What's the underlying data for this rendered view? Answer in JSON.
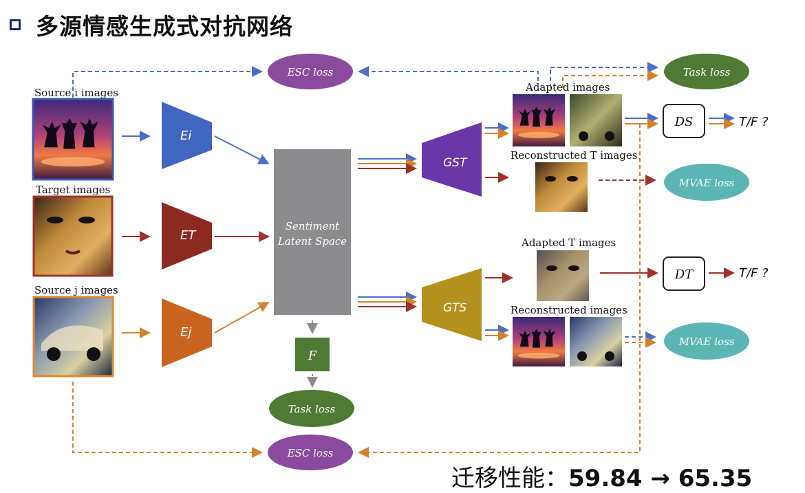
{
  "title": "多源情感生成式对抗网络",
  "labels": {
    "source_i": "Source i images",
    "target": "Target images",
    "source_j": "Source j images",
    "adapted": "Adapted images",
    "reconstructed_t": "Reconstructed T images",
    "adapted_t": "Adapted T images",
    "reconstructed": "Reconstructed images"
  },
  "encoders": {
    "ei": "Ei",
    "et": "ET",
    "ej": "Ej"
  },
  "latent": {
    "line1": "Sentiment",
    "line2": "Latent Space"
  },
  "generators": {
    "gst": "GST",
    "gts": "GTS"
  },
  "classifier": "F",
  "discriminators": {
    "ds": "DS",
    "dt": "DT"
  },
  "losses": {
    "esc_top": "ESC loss",
    "esc_bottom": "ESC loss",
    "task_top": "Task loss",
    "task_bottom": "Task loss",
    "mvae_top": "MVAE loss",
    "mvae_bottom": "MVAE loss"
  },
  "outputs": {
    "tf_s": "T/F ?",
    "tf_t": "T/F ?"
  },
  "performance": {
    "label": "迁移性能：",
    "value": "59.84 → 65.35"
  },
  "colors": {
    "blue": "#4a6fc4",
    "red": "#a0302a",
    "orange": "#d5822f",
    "purple_ellipse": "#8a4a9e",
    "green_ellipse": "#4e7a34",
    "teal_ellipse": "#5bb5b5",
    "gray": "#8c8c8c"
  }
}
